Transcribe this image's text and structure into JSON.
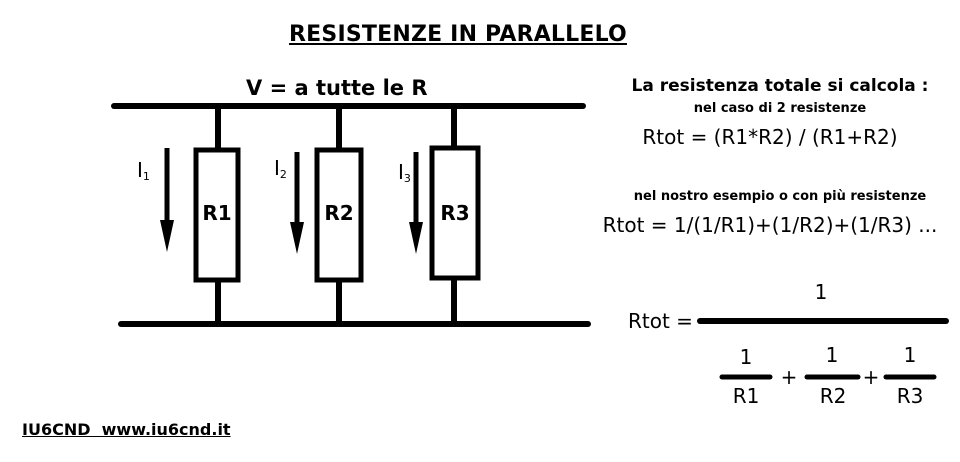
{
  "title": "RESISTENZE IN PARALLELO",
  "circuit": {
    "voltage_label": "V = a tutte le R",
    "branches": [
      {
        "resistor": "R1",
        "current": "I",
        "current_sub": "1"
      },
      {
        "resistor": "R2",
        "current": "I",
        "current_sub": "2"
      },
      {
        "resistor": "R3",
        "current": "I",
        "current_sub": "3"
      }
    ]
  },
  "formulas": {
    "heading": "La resistenza totale si calcola :",
    "case_two": "nel caso di 2 resistenze",
    "formula_two": "Rtot = (R1*R2) / (R1+R2)",
    "case_many": "nel nostro esempio o con più resistenze",
    "formula_many": "Rtot = 1/(1/R1)+(1/R2)+(1/R3) ...",
    "fraction": {
      "lhs": "Rtot =",
      "numerator": "1",
      "terms": [
        {
          "num": "1",
          "den": "R1"
        },
        {
          "num": "1",
          "den": "R2"
        },
        {
          "num": "1",
          "den": "R3"
        }
      ],
      "plus": "+"
    }
  },
  "footer": "IU6CND  www.iu6cnd.it"
}
